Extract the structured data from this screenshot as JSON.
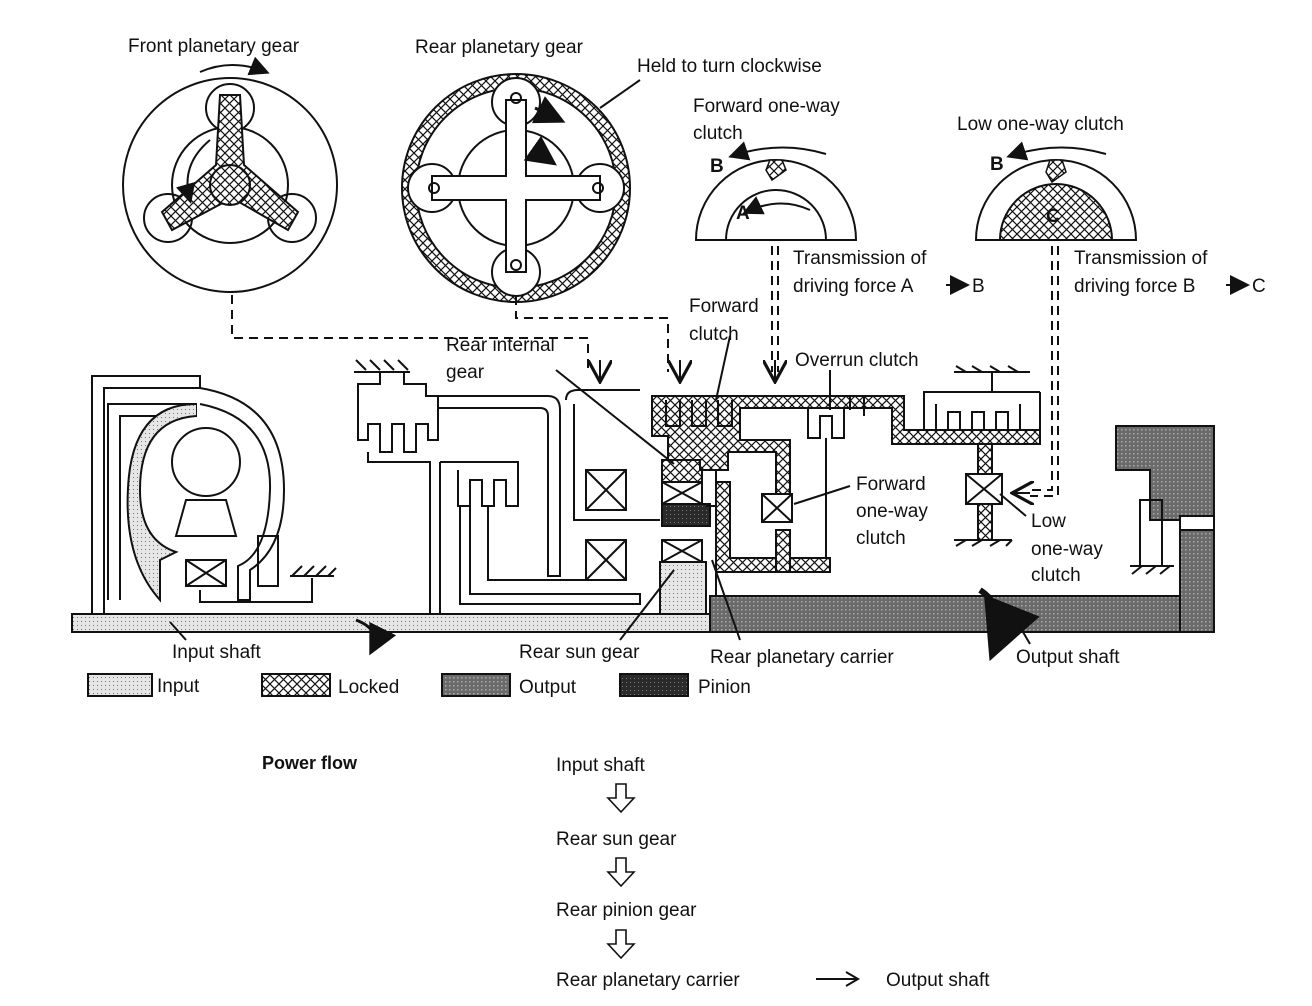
{
  "labels": {
    "front_planetary_gear": "Front planetary gear",
    "rear_planetary_gear": "Rear planetary gear",
    "held_to_turn_clockwise": "Held to turn clockwise",
    "forward_one_way_clutch_top_1": "Forward one-way",
    "forward_one_way_clutch_top_2": "clutch",
    "low_one_way_clutch_top": "Low one-way clutch",
    "transmission_ab_1": "Transmission of",
    "transmission_ab_2": "driving force A",
    "transmission_ab_3": "B",
    "transmission_bc_1": "Transmission of",
    "transmission_bc_2": "driving force B",
    "transmission_bc_3": "C",
    "forward_clutch_1": "Forward",
    "forward_clutch_2": "clutch",
    "rear_internal_gear_1": "Rear internal",
    "rear_internal_gear_2": "gear",
    "overrun_clutch": "Overrun clutch",
    "forward_one_way_clutch_mid_1": "Forward",
    "forward_one_way_clutch_mid_2": "one-way",
    "forward_one_way_clutch_mid_3": "clutch",
    "low_one_way_clutch_mid_1": "Low",
    "low_one_way_clutch_mid_2": "one-way",
    "low_one_way_clutch_mid_3": "clutch",
    "input_shaft": "Input shaft",
    "rear_sun_gear": "Rear sun gear",
    "rear_planetary_carrier": "Rear planetary carrier",
    "output_shaft": "Output shaft",
    "letter_a": "A",
    "letter_b1": "B",
    "letter_b2": "B",
    "letter_c": "C"
  },
  "legend": {
    "input": "Input",
    "locked": "Locked",
    "output": "Output",
    "pinion": "Pinion"
  },
  "power_flow": {
    "title": "Power flow",
    "steps": [
      "Input shaft",
      "Rear sun gear",
      "Rear pinion gear",
      "Rear planetary carrier"
    ],
    "final": "Output shaft"
  }
}
